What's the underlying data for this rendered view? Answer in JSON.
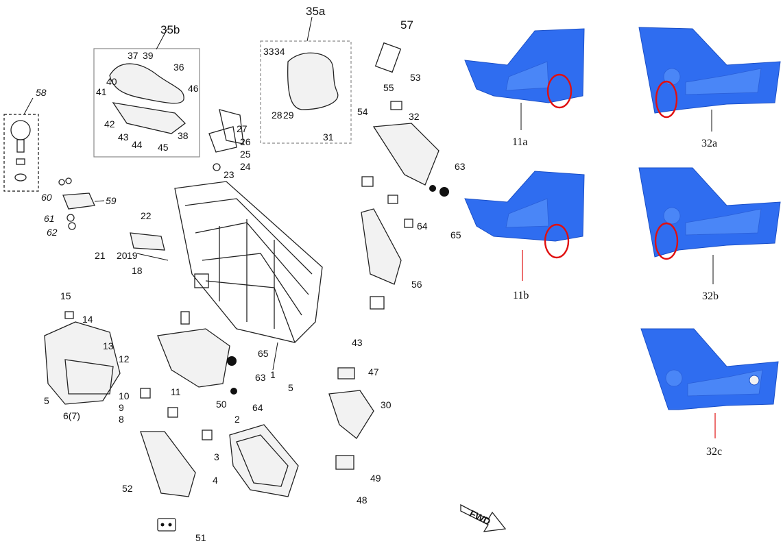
{
  "labels": {
    "l58": "58",
    "l60": "60",
    "l59": "59",
    "l61": "61",
    "l62": "62",
    "l35b": "35b",
    "l37": "37",
    "l39": "39",
    "l36": "36",
    "l40": "40",
    "l41": "41",
    "l46": "46",
    "l42": "42",
    "l43a": "43",
    "l44": "44",
    "l45": "45",
    "l38": "38",
    "l35a": "35a",
    "l33": "33",
    "l34": "34",
    "l28": "28",
    "l29": "29",
    "l31": "31",
    "l27": "27",
    "l26": "26",
    "l25": "25",
    "l24": "24",
    "l23": "23",
    "l57": "57",
    "l55": "55",
    "l53": "53",
    "l54": "54",
    "l32": "32",
    "l63a": "63",
    "l64a": "64",
    "l65a": "65",
    "l56": "56",
    "l22": "22",
    "l21": "21",
    "l20": "20",
    "l19": "19",
    "l18": "18",
    "l15": "15",
    "l14": "14",
    "l13": "13",
    "l12": "12",
    "l5a": "5",
    "l67": "6(7)",
    "l10": "10",
    "l9": "9",
    "l8": "8",
    "l65b": "65",
    "l63b": "63",
    "l64b": "64",
    "l11": "11",
    "l1": "1",
    "l5b": "5",
    "l50": "50",
    "l2": "2",
    "l3": "3",
    "l4": "4",
    "l52": "52",
    "l51": "51",
    "l43b": "43",
    "l47": "47",
    "l30": "30",
    "l49": "49",
    "l48": "48",
    "fwd": "FWD"
  },
  "variants": {
    "v11a": "11a",
    "v11b": "11b",
    "v32a": "32a",
    "v32b": "32b",
    "v32c": "32c"
  },
  "colors": {
    "panel_blue": "#2f6df0",
    "highlight_circle": "#e01010",
    "callout_red_line": "#e01010"
  }
}
